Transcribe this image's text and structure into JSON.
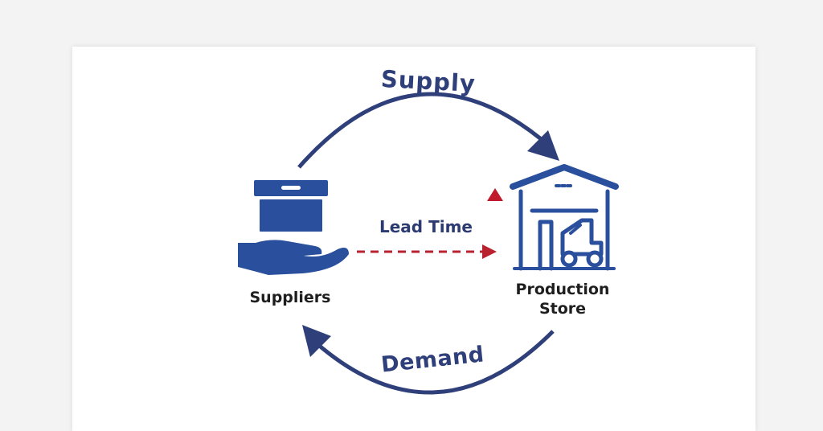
{
  "diagram": {
    "supply_label": "Supply",
    "demand_label": "Demand",
    "lead_time_label": "Lead Time",
    "suppliers_label": "Suppliers",
    "store_label_line1": "Production",
    "store_label_line2": "Store"
  },
  "colors": {
    "navy": "#2f3f7a",
    "icon_blue": "#2a4f9c",
    "lead_red": "#b8232f",
    "card_bg": "#ffffff",
    "page_bg": "#f3f3f4"
  },
  "icons": {
    "suppliers": "box-in-hand-icon",
    "store": "warehouse-forklift-icon"
  }
}
